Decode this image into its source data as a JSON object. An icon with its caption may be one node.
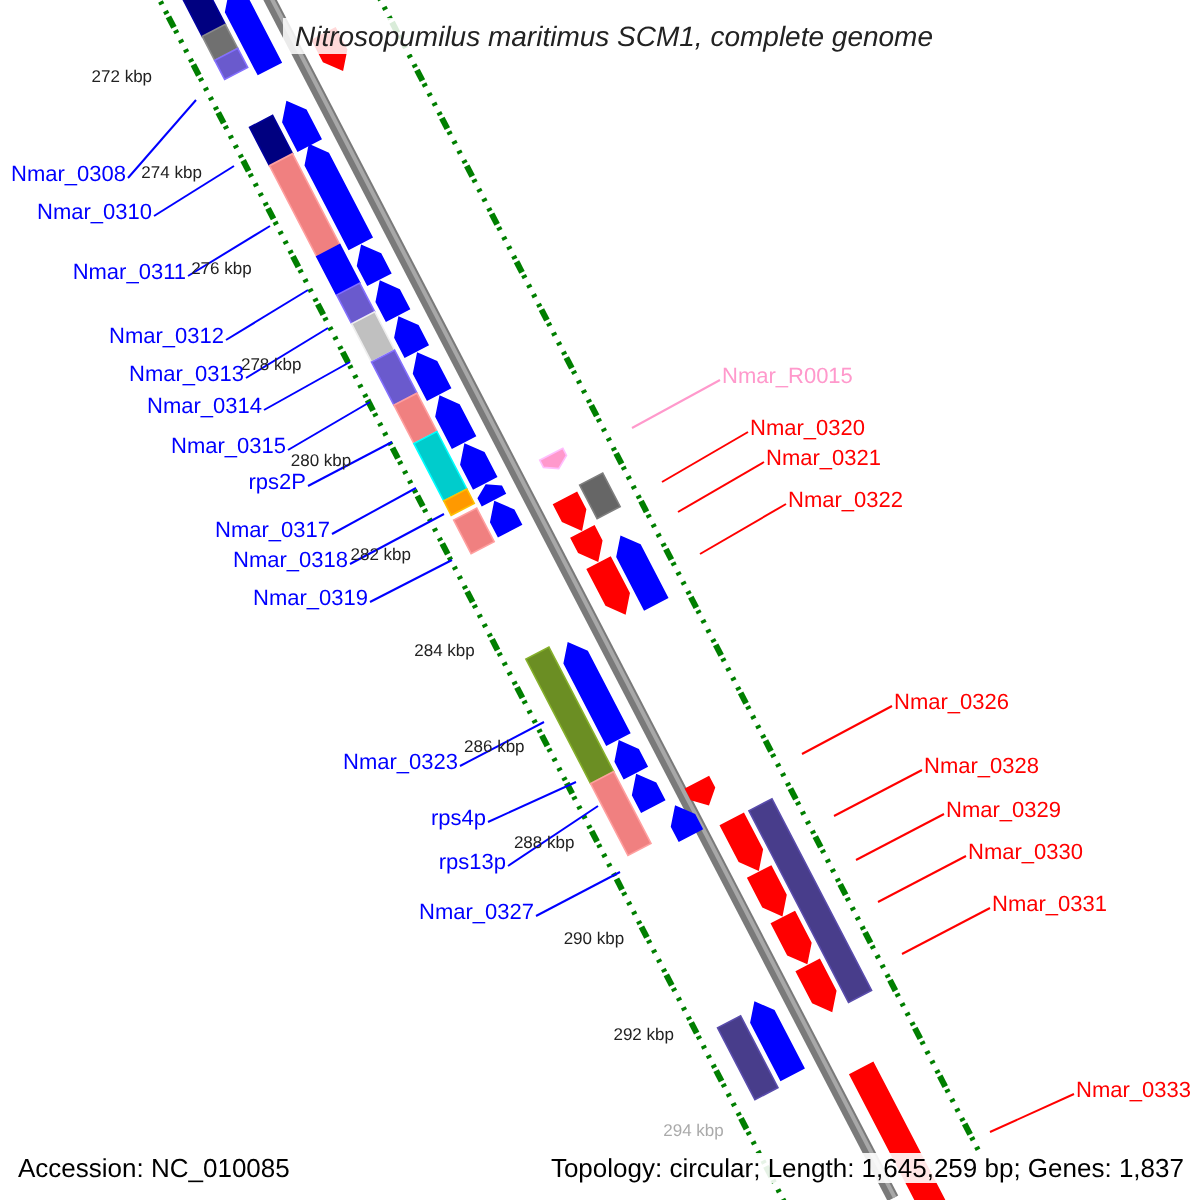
{
  "diagram": {
    "title": "Nitrosopumilus maritimus SCM1, complete genome",
    "nodes": [
      {
        "text": [
          "Nmar_0308"
        ]
      },
      {
        "text": [
          "Nmar_0310"
        ]
      },
      {
        "text": [
          "Nmar_0311"
        ]
      },
      {
        "text": [
          "Nmar_0312"
        ]
      },
      {
        "text": [
          "Nmar_0313"
        ]
      },
      {
        "text": [
          "Nmar_0314"
        ]
      },
      {
        "text": [
          "Nmar_0315"
        ]
      },
      {
        "text": [
          "rps2P"
        ]
      },
      {
        "text": [
          "Nmar_0317"
        ]
      },
      {
        "text": [
          "Nmar_0318"
        ]
      },
      {
        "text": [
          "Nmar_0319"
        ]
      },
      {
        "text": [
          "Nmar_0323"
        ]
      },
      {
        "text": [
          "rps4p"
        ]
      },
      {
        "text": [
          "rps13p"
        ]
      },
      {
        "text": [
          "Nmar_0327"
        ]
      },
      {
        "text": [
          "Nmar_R0015"
        ]
      },
      {
        "text": [
          "Nmar_0320"
        ]
      },
      {
        "text": [
          "Nmar_0321"
        ]
      },
      {
        "text": [
          "Nmar_0322"
        ]
      },
      {
        "text": [
          "Nmar_0326"
        ]
      },
      {
        "text": [
          "Nmar_0328"
        ]
      },
      {
        "text": [
          "Nmar_0329"
        ]
      },
      {
        "text": [
          "Nmar_0330"
        ]
      },
      {
        "text": [
          "Nmar_0331"
        ]
      },
      {
        "text": [
          "Nmar_0333"
        ]
      }
    ],
    "edges": [
      {
        "from": 0,
        "to": null,
        "arrow": "none"
      },
      {
        "from": 1,
        "to": null,
        "arrow": "none"
      },
      {
        "from": 2,
        "to": null,
        "arrow": "none"
      },
      {
        "from": 3,
        "to": null,
        "arrow": "none"
      },
      {
        "from": 4,
        "to": null,
        "arrow": "none"
      },
      {
        "from": 5,
        "to": null,
        "arrow": "none"
      },
      {
        "from": 6,
        "to": null,
        "arrow": "none"
      },
      {
        "from": 7,
        "to": null,
        "arrow": "none"
      },
      {
        "from": 8,
        "to": null,
        "arrow": "none"
      },
      {
        "from": 9,
        "to": null,
        "arrow": "none"
      },
      {
        "from": 10,
        "to": null,
        "arrow": "none"
      },
      {
        "from": 11,
        "to": null,
        "arrow": "none"
      },
      {
        "from": 12,
        "to": null,
        "arrow": "none"
      },
      {
        "from": 13,
        "to": null,
        "arrow": "none"
      },
      {
        "from": 14,
        "to": null,
        "arrow": "none"
      },
      {
        "from": 15,
        "to": null,
        "arrow": "none",
        "color": "#ff99cc"
      },
      {
        "from": 16,
        "to": null,
        "arrow": "none",
        "color": "#ff0000"
      },
      {
        "from": 17,
        "to": null,
        "arrow": "none",
        "color": "#ff0000"
      },
      {
        "from": 18,
        "to": null,
        "arrow": "none",
        "color": "#ff0000"
      },
      {
        "from": 19,
        "to": null,
        "arrow": "none",
        "color": "#ff0000"
      },
      {
        "from": 20,
        "to": null,
        "arrow": "none",
        "color": "#ff0000"
      },
      {
        "from": 21,
        "to": null,
        "arrow": "none",
        "color": "#ff0000"
      },
      {
        "from": 22,
        "to": null,
        "arrow": "none",
        "color": "#ff0000"
      },
      {
        "from": 23,
        "to": null,
        "arrow": "none",
        "color": "#ff0000"
      },
      {
        "from": 24,
        "to": null,
        "arrow": "none",
        "color": "#ff0000"
      }
    ],
    "labels": [
      "272 kbp",
      "274 kbp",
      "276 kbp",
      "278 kbp",
      "280 kbp",
      "282 kbp",
      "284 kbp",
      "286 kbp",
      "288 kbp",
      "290 kbp",
      "292 kbp",
      "294 kbp",
      "Accession: NC_010085",
      "Topology: circular; Length: 1,645,259 bp; Genes: 1,837"
    ]
  }
}
